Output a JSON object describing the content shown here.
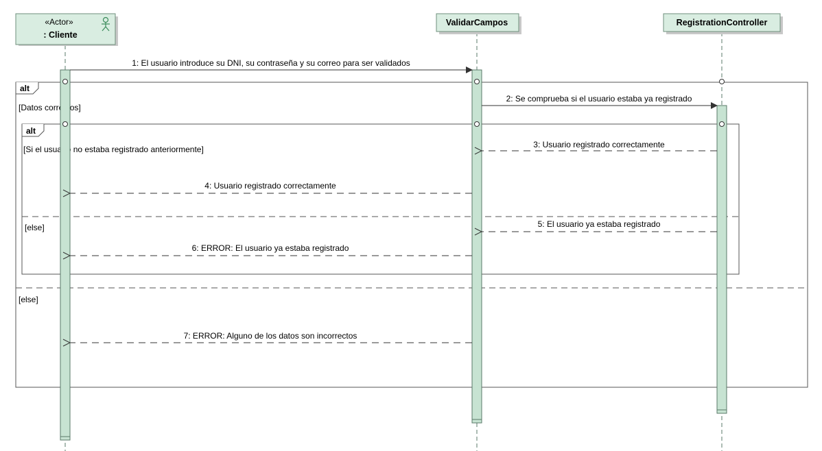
{
  "participants": {
    "cliente": {
      "stereotype": "«Actor»",
      "name": ": Cliente"
    },
    "validar": {
      "name": "ValidarCampos"
    },
    "registration": {
      "name": "RegistrationController"
    }
  },
  "fragments": {
    "outer": {
      "operator": "alt",
      "guard_1": "[Datos correctos]",
      "guard_2": "[else]"
    },
    "inner": {
      "operator": "alt",
      "guard_1": "[Si el usuario no estaba registrado anteriormente]",
      "guard_2": "[else]"
    }
  },
  "messages": [
    {
      "label": "1: El usuario introduce su DNI, su contraseña y su correo para ser validados",
      "type": "sync"
    },
    {
      "label": "2: Se comprueba si el usuario estaba ya registrado",
      "type": "sync"
    },
    {
      "label": "3: Usuario registrado correctamente",
      "type": "return"
    },
    {
      "label": "4: Usuario registrado correctamente",
      "type": "return"
    },
    {
      "label": "5: El usuario ya estaba registrado",
      "type": "return"
    },
    {
      "label": "6: ERROR: El usuario ya estaba registrado",
      "type": "return"
    },
    {
      "label": "7: ERROR: Alguno de los datos son incorrectos",
      "type": "return"
    }
  ],
  "colors": {
    "head_fill": "#d9ede1",
    "activation_fill": "#c7e3d2",
    "line": "#5a7a68",
    "frame": "#555555"
  }
}
